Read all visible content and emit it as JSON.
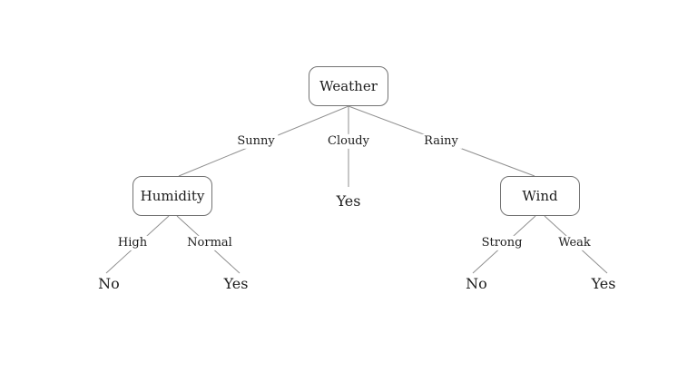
{
  "diagram": {
    "type": "decision-tree",
    "colors": {
      "background": "#ffffff",
      "edge_line": "#8f8f8f",
      "node_border": "#737373",
      "text": "#1c1c1c"
    },
    "root": {
      "label": "Weather",
      "children": [
        {
          "edge": "Sunny",
          "node": {
            "label": "Humidity",
            "children": [
              {
                "edge": "High",
                "node": {
                  "label": "No",
                  "leaf": true
                }
              },
              {
                "edge": "Normal",
                "node": {
                  "label": "Yes",
                  "leaf": true
                }
              }
            ]
          }
        },
        {
          "edge": "Cloudy",
          "node": {
            "label": "Yes",
            "leaf": true
          }
        },
        {
          "edge": "Rainy",
          "node": {
            "label": "Wind",
            "children": [
              {
                "edge": "Strong",
                "node": {
                  "label": "No",
                  "leaf": true
                }
              },
              {
                "edge": "Weak",
                "node": {
                  "label": "Yes",
                  "leaf": true
                }
              }
            ]
          }
        }
      ]
    }
  }
}
